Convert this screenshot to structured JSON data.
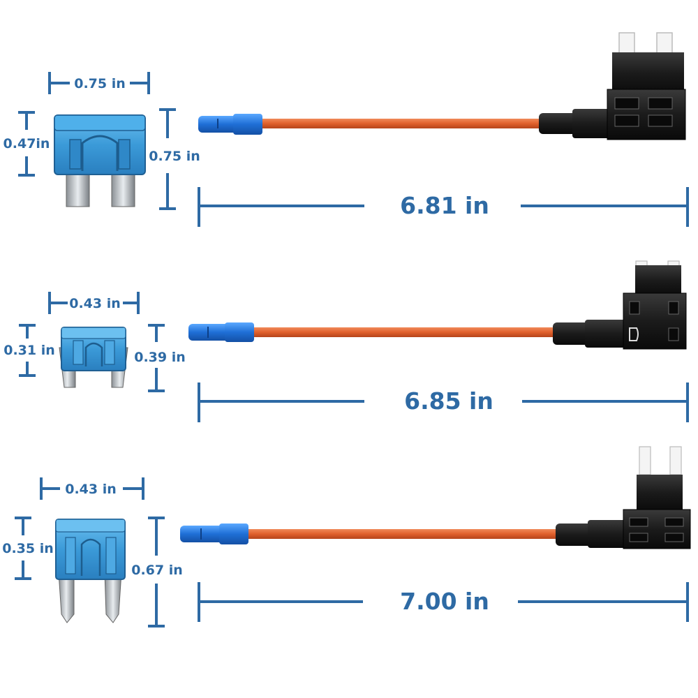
{
  "colors": {
    "dimension": "#2e6aa4",
    "wire": "#e0602c",
    "fuse_blue": "#3b9ad8",
    "terminal_blue": "#1f6fd6",
    "holder_black": "#1b1b1b"
  },
  "icons": [
    "standard-blade-fuse",
    "mini-blade-fuse",
    "low-profile-mini-fuse",
    "fuse-tap-holder",
    "butt-connector"
  ],
  "rows": [
    {
      "fuse_width": "0.75 in",
      "fuse_body_height": "0.47in",
      "fuse_total_height": "0.75 in",
      "cable_length": "6.81 in"
    },
    {
      "fuse_width": "0.43 in",
      "fuse_body_height": "0.31 in",
      "fuse_total_height": "0.39 in",
      "cable_length": "6.85 in"
    },
    {
      "fuse_width": "0.43 in",
      "fuse_body_height": "0.35 in",
      "fuse_total_height": "0.67 in",
      "cable_length": "7.00 in"
    }
  ]
}
